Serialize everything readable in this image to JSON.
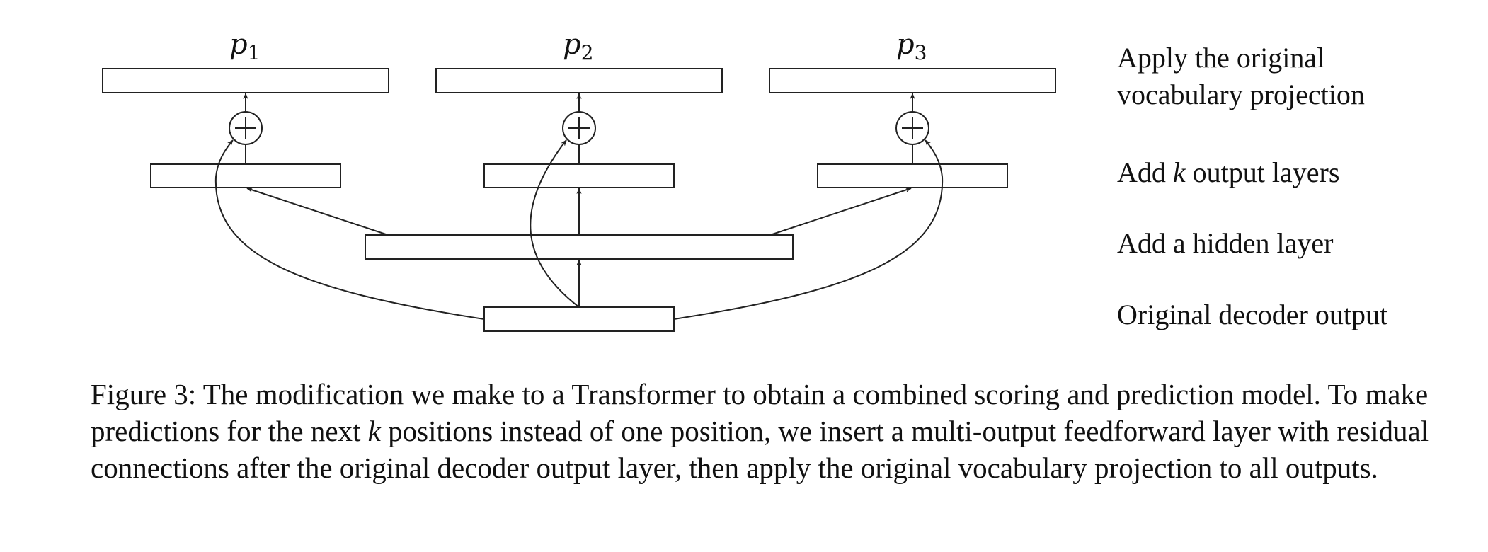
{
  "outputs": [
    {
      "sym": "p",
      "sub": "1"
    },
    {
      "sym": "p",
      "sub": "2"
    },
    {
      "sym": "p",
      "sub": "3"
    }
  ],
  "labels": {
    "projection": [
      "Apply the original",
      "vocabulary projection"
    ],
    "output_layers": {
      "pre": "Add ",
      "k": "k",
      "post": " output layers"
    },
    "hidden": "Add a hidden layer",
    "decoder": "Original decoder output"
  },
  "caption": {
    "part1": "Figure 3: The modification we make to a Transformer to obtain a combined scoring and prediction model. To make predictions for the next ",
    "k": "k",
    "part2": " positions instead of one position, we insert a multi-output feedforward layer with residual connections after the original decoder output layer, then apply the original vocabulary projection to all outputs."
  }
}
